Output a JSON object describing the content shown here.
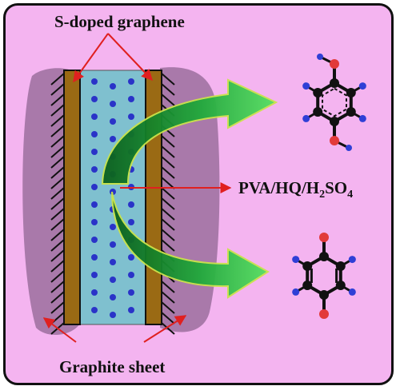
{
  "labels": {
    "top": "S-doped graphene",
    "middle": "PVA/HQ/H",
    "middle_sub1": "2",
    "middle_mid": "SO",
    "middle_sub2": "4",
    "bottom": "Graphite sheet"
  },
  "colors": {
    "background": "#f4b4f0",
    "graphite_blob": "#9b6f9e",
    "graphene_strip": "#9a6a14",
    "electrolyte": "#7fc0cf",
    "dot": "#2a33c8",
    "pointer": "#e02020",
    "arrow": "#1fa83a",
    "atom_carbon": "#111111",
    "atom_oxygen": "#e23a3a",
    "atom_hydrogen": "#2f3fd6"
  },
  "molecules": [
    {
      "name": "hydroquinone",
      "atoms": "C6 O2 H6"
    },
    {
      "name": "benzoquinone",
      "atoms": "C6 O2 H4"
    }
  ]
}
